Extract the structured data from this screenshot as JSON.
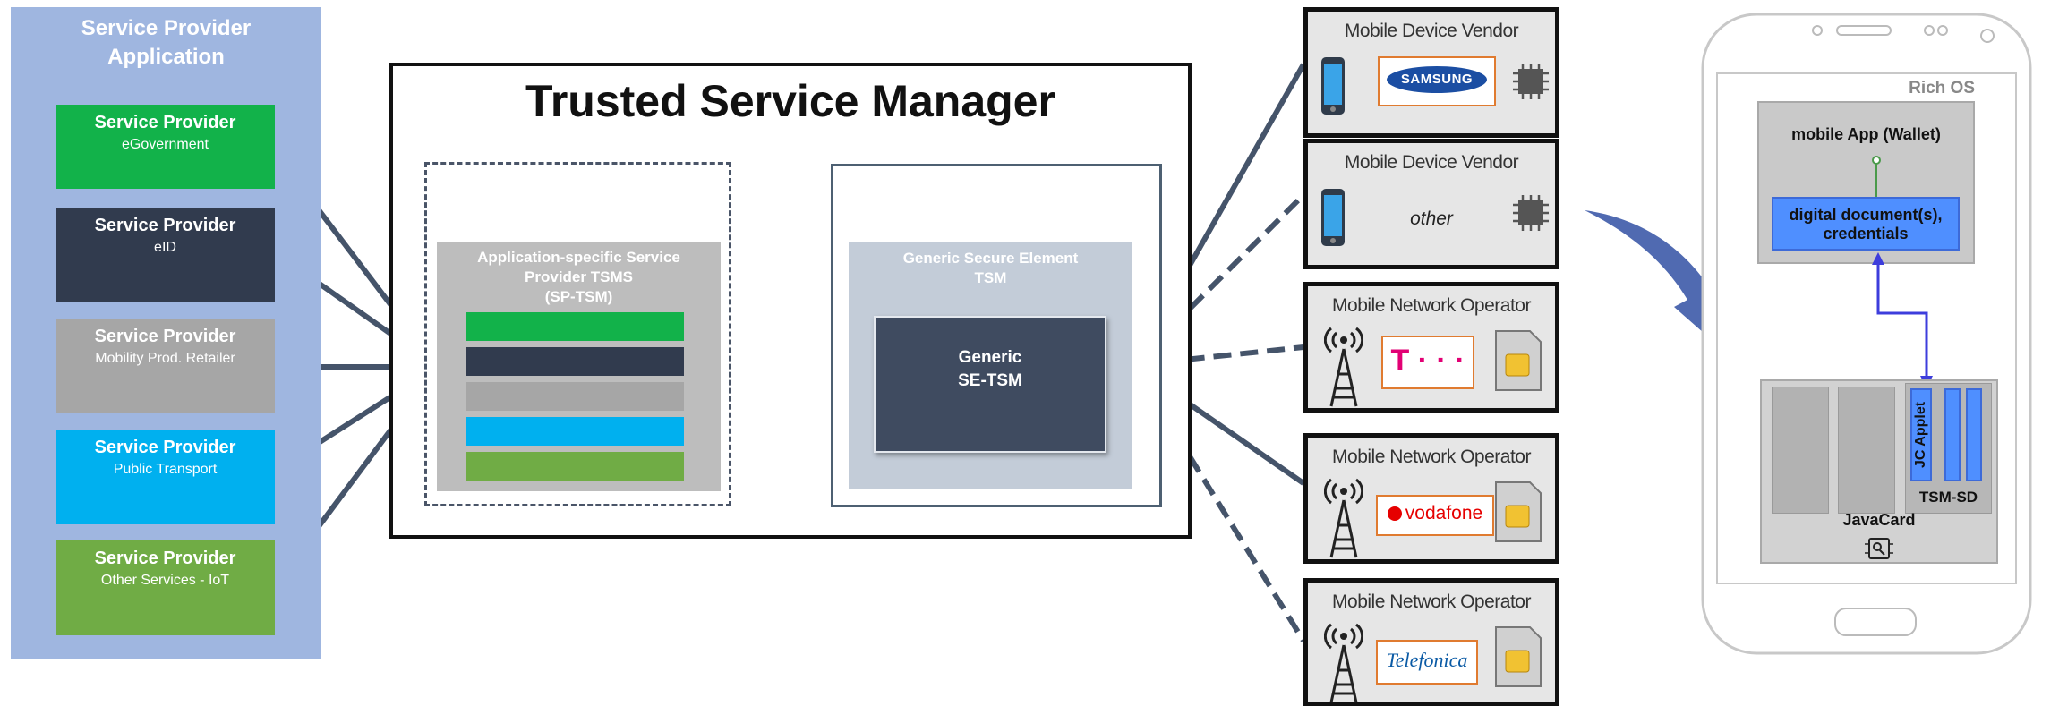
{
  "sp_panel": {
    "title_line1": "Service Provider",
    "title_line2": "Application",
    "providers": [
      {
        "title": "Service Provider",
        "subtitle": "eGovernment",
        "color": "#12b24a"
      },
      {
        "title": "Service Provider",
        "subtitle": "eID",
        "color": "#313b4e"
      },
      {
        "title": "Service Provider",
        "subtitle": "Mobility Prod. Retailer",
        "color": "#a6a6a6"
      },
      {
        "title": "Service Provider",
        "subtitle": "Public Transport",
        "color": "#00b0ef"
      },
      {
        "title": "Service Provider",
        "subtitle": "Other Services - IoT",
        "color": "#70ac45"
      }
    ]
  },
  "tsm": {
    "title": "Trusted Service Manager",
    "sp_tsm_line1": "Application-specific Service",
    "sp_tsm_line2": "Provider TSMS",
    "sp_tsm_line3": "(SP-TSM)",
    "stripe_colors": [
      "#12b24a",
      "#313b4e",
      "#a6a6a6",
      "#00b0ef",
      "#70ac45"
    ],
    "se_tsm_line1": "Generic Secure Element",
    "se_tsm_line2": "TSM",
    "generic_line1": "Generic",
    "generic_line2": "SE-TSM"
  },
  "partners": [
    {
      "title": "Mobile Device Vendor",
      "kind": "vendor",
      "logo": "SAMSUNG",
      "link_style": "solid"
    },
    {
      "title": "Mobile Device Vendor",
      "kind": "vendor",
      "logo": "other",
      "link_style": "dashed"
    },
    {
      "title": "Mobile Network Operator",
      "kind": "operator",
      "logo": "T · · ·",
      "link_style": "dashed"
    },
    {
      "title": "Mobile Network Operator",
      "kind": "operator",
      "logo": "vodafone",
      "link_style": "solid"
    },
    {
      "title": "Mobile Network Operator",
      "kind": "operator",
      "logo": "Telefonica",
      "link_style": "dashed"
    }
  ],
  "phone": {
    "rich_os": "Rich OS",
    "wallet_label": "mobile App (Wallet)",
    "doc_line1": "digital document(s),",
    "doc_line2": "credentials",
    "jc_applet": "JC Applet",
    "tsm_sd": "TSM-SD",
    "javacard": "JavaCard"
  },
  "colors": {
    "connector": "#45546a",
    "accent_blue": "#4f8fff",
    "arrow": "#3d5aa8"
  }
}
